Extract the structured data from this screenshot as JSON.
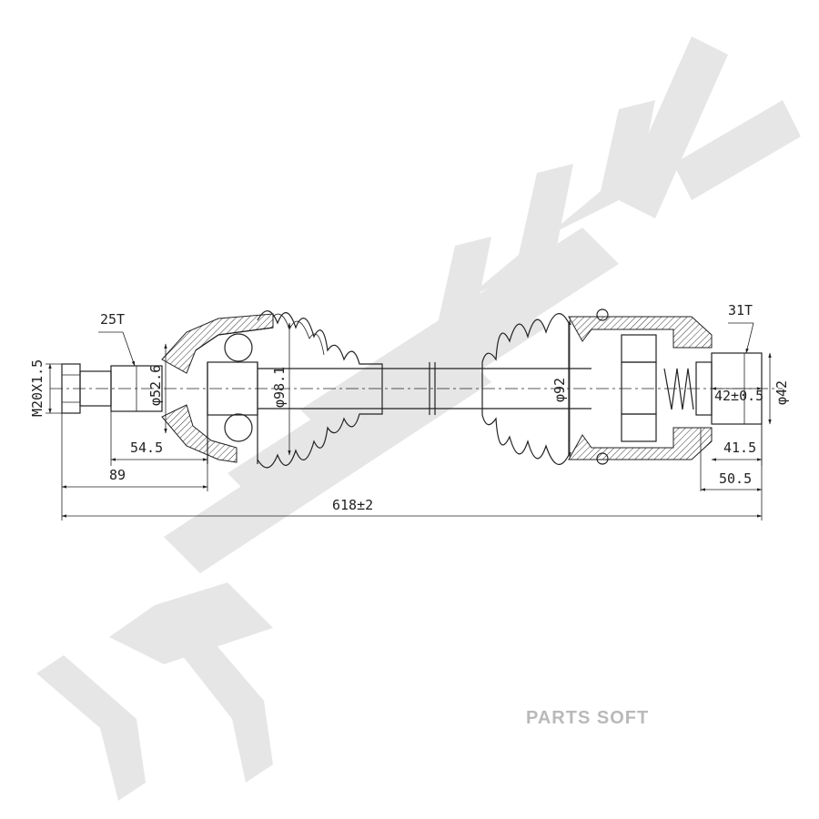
{
  "diagram": {
    "watermark": "ZENNIEK",
    "footer": "PARTS SOFT",
    "labels": {
      "spline_left": "25T",
      "spline_right": "31T",
      "thread": "M20X1.5",
      "dia_52_6": "φ52.6",
      "dia_98_1": "φ98.1",
      "dia_92": "φ92",
      "dia_42": "φ42",
      "dim_42_tol": "42±0.5",
      "dim_54_5": "54.5",
      "dim_89": "89",
      "dim_618": "618±2",
      "dim_41_5": "41.5",
      "dim_50_5": "50.5"
    }
  }
}
